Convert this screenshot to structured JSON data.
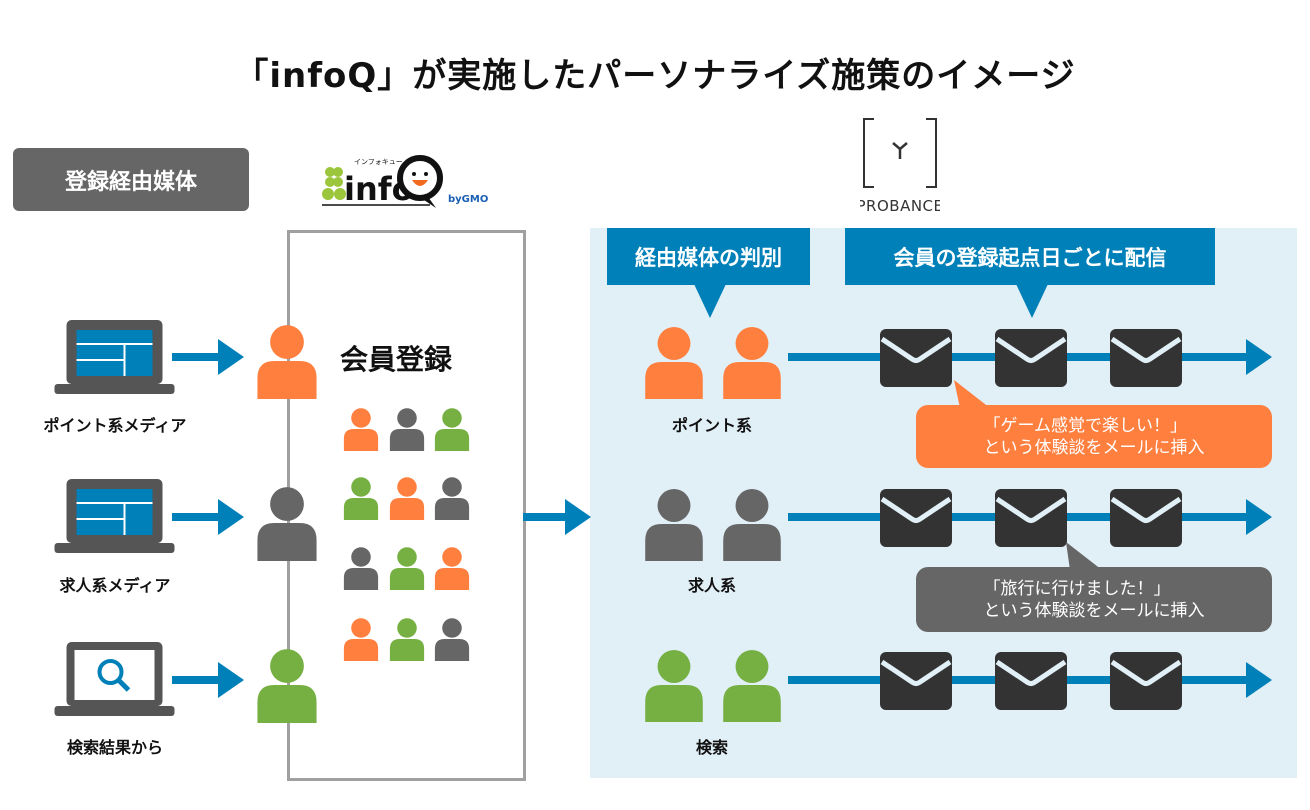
{
  "title": "「infoQ」が実施したパーソナライズ施策のイメージ",
  "source_label": "登録経由媒体",
  "logos": {
    "infoq": "infoQ",
    "infoq_kana": "インフォキュー",
    "infoq_by": "byGMO",
    "probance": "PROBANCE"
  },
  "sources": [
    {
      "label": "ポイント系メディア",
      "icon": "laptop-icon"
    },
    {
      "label": "求人系メディア",
      "icon": "laptop-icon"
    },
    {
      "label": "検索結果から",
      "icon": "laptop-search-icon"
    }
  ],
  "member_title": "会員登録",
  "member_grid": [
    [
      "orange",
      "gray",
      "green"
    ],
    [
      "green",
      "orange",
      "gray"
    ],
    [
      "gray",
      "green",
      "orange"
    ],
    [
      "orange",
      "green",
      "gray"
    ]
  ],
  "callouts": {
    "classify": "経由媒体の判別",
    "deliver": "会員の登録起点日ごとに配信"
  },
  "segments": [
    {
      "label": "ポイント系",
      "color": "orange"
    },
    {
      "label": "求人系",
      "color": "gray"
    },
    {
      "label": "検索",
      "color": "green"
    }
  ],
  "bubbles": [
    {
      "line1": "「ゲーム感覚で楽しい！」",
      "line2": "という体験談をメールに挿入",
      "color": "#ff7f3f"
    },
    {
      "line1": "「旅行に行けました！」",
      "line2": "という体験談をメールに挿入",
      "color": "#666666"
    }
  ],
  "colors": {
    "orange": "#ff7f3f",
    "gray": "#666666",
    "green": "#76b043",
    "blue": "#0080b8",
    "panel": "#e1eff7",
    "envelope": "#333333"
  }
}
